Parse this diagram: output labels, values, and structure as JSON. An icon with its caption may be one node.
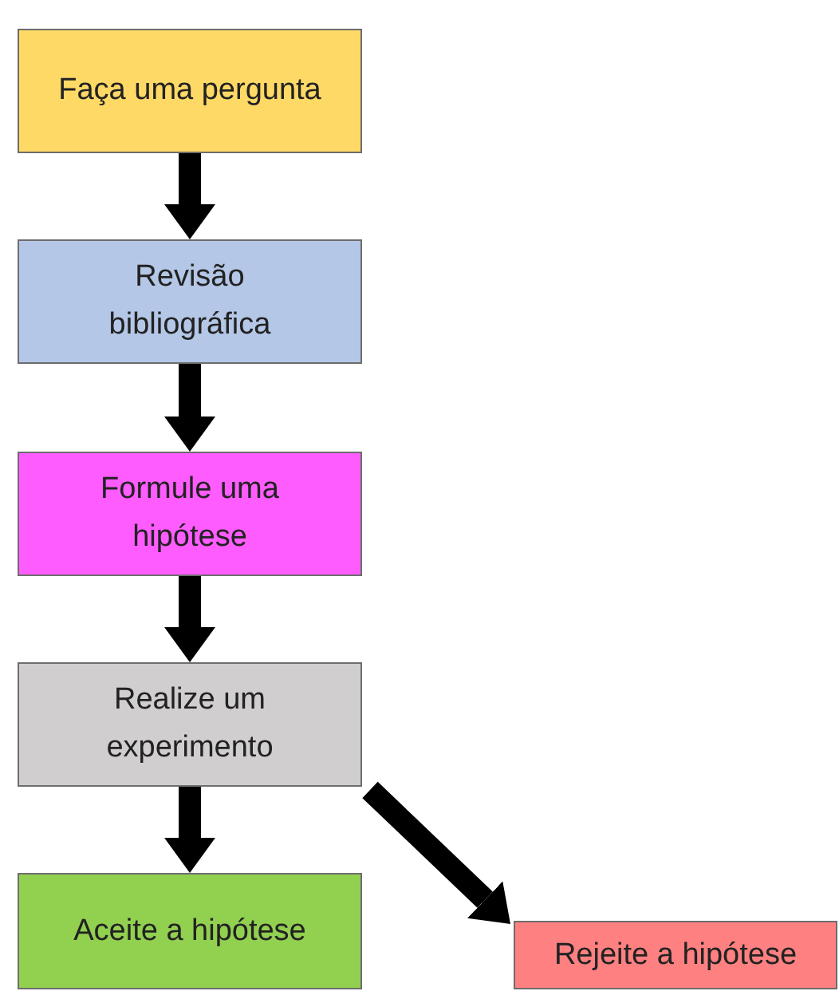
{
  "diagram": {
    "nodes": [
      {
        "text": [
          "Faça uma pergunta"
        ]
      },
      {
        "text": [
          "Revisão bibliográfica"
        ]
      },
      {
        "text": [
          "Formule uma hipótese"
        ]
      },
      {
        "text": [
          "Realize um experimento"
        ]
      },
      {
        "text": [
          "Aceite a hipótese"
        ]
      },
      {
        "text": [
          "Rejeite a hipótese"
        ]
      }
    ],
    "edges": [
      {
        "from": 0,
        "to": 1,
        "arrow": "to"
      },
      {
        "from": 1,
        "to": 2,
        "arrow": "to"
      },
      {
        "from": 2,
        "to": 3,
        "arrow": "to"
      },
      {
        "from": 3,
        "to": 4,
        "arrow": "to"
      },
      {
        "from": 3,
        "to": 5,
        "arrow": "to"
      }
    ]
  }
}
